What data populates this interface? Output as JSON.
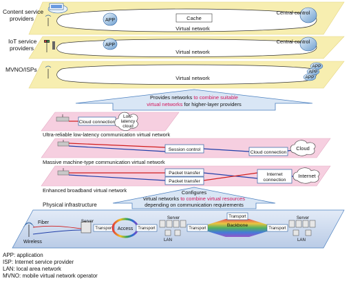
{
  "providers": {
    "content": {
      "label_line1": "Content service",
      "label_line2": "providers",
      "app": "APP",
      "cache": "Cache",
      "control": "Central control",
      "network": "Virtual network"
    },
    "iot": {
      "label_line1": "IoT service",
      "label_line2": "providers",
      "app": "APP",
      "control": "Central control",
      "network": "Virtual network"
    },
    "mvno": {
      "label": "MVNO/ISPs",
      "app1": "APP",
      "app2": "APP",
      "app3": "APP",
      "network": "Virtual network"
    }
  },
  "upper_arrow": {
    "line1_prefix": "Provides networks ",
    "line1_emph": "to combine suitable",
    "line2_emph": "virtual networks",
    "line2_suffix": " for higher-layer providers"
  },
  "urllc": {
    "cloud": "Cloud connection",
    "low_latency_line1": "Low-",
    "low_latency_line2": "latency",
    "low_latency_line3": "cloud",
    "label": "Ultra-reliable low-latency communication virtual network"
  },
  "mmtc": {
    "session": "Session control",
    "cloud_conn": "Cloud connection",
    "cloud": "Cloud",
    "label": "Massive machine-type communication virtual network"
  },
  "embb": {
    "packet1": "Packet transfer",
    "packet2": "Packet transfer",
    "internet_conn_line1": "Internet",
    "internet_conn_line2": "connection",
    "internet": "Internet",
    "label": "Enhanced broadband virtual network"
  },
  "lower_arrow": {
    "line1": "Configures",
    "line2_prefix": "virtual networks ",
    "line2_emph": "to combine virtual resources",
    "line3": "depending on communication requirements"
  },
  "physical": {
    "label": "Physical infrastructure",
    "fiber": "Fiber",
    "wireless": "Wireless",
    "server1": "Server",
    "transport1": "Transport",
    "access": "Access",
    "transport2": "Transport",
    "server2": "Server",
    "lan1": "LAN",
    "transport3": "Transport",
    "backbone": "Backbone",
    "transport4": "Transport",
    "server3": "Server",
    "lan2": "LAN"
  },
  "legend": {
    "app": "APP: application",
    "isp": "ISP: Internet service provider",
    "lan": "LAN: local area network",
    "mvno": "MVNO: mobile virtual network operator"
  },
  "colors": {
    "yellow_layer": "#f7eeb0",
    "pink_layer": "#f6cfe0",
    "blue_layer": "#cfdcef",
    "arrow_fill": "#d9e6f5",
    "emphasis": "#d4145a",
    "line_red": "#d01c1c",
    "line_blue": "#1f3ea8"
  }
}
